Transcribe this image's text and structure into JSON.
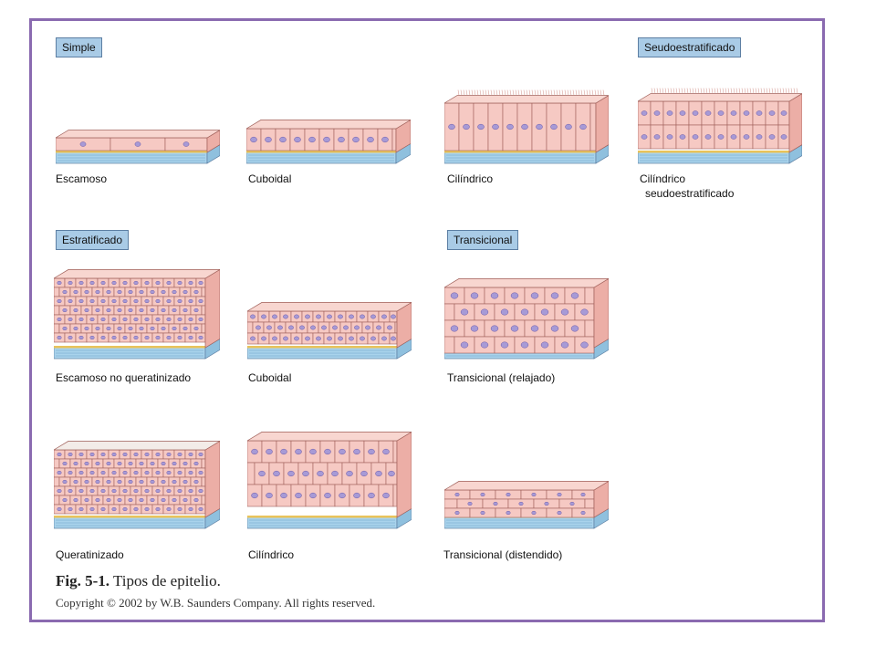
{
  "sections": {
    "simple": "Simple",
    "pseudo": "Seudoestratificado",
    "stratified": "Estratificado",
    "transitional": "Transicional"
  },
  "labels": {
    "squamous": "Escamoso",
    "cuboidal": "Cuboidal",
    "columnar": "Cilíndrico",
    "pseudo_line1": "Cilíndrico",
    "pseudo_line2": "seudoestratificado",
    "strat_squamous": "Escamoso no queratinizado",
    "strat_cuboidal": "Cuboidal",
    "trans_relaxed": "Transicional (relajado)",
    "keratinized": "Queratinizado",
    "strat_columnar": "Cilíndrico",
    "trans_distended": "Transicional (distendido)"
  },
  "caption": {
    "fig": "Fig. 5-1.",
    "title": "Tipos de epitelio."
  },
  "copyright": "Copyright © 2002 by W.B. Saunders Company. All rights reserved.",
  "colors": {
    "frame": "#8a6ab0",
    "tag_fill": "#a9cbe6",
    "cell": "#f6c9c3",
    "cell_side": "#ecaea6",
    "cell_line": "#a0605a",
    "nucleus": "#a79ad6",
    "basement": "#e9c35a",
    "connective": "#a9d3ec"
  }
}
